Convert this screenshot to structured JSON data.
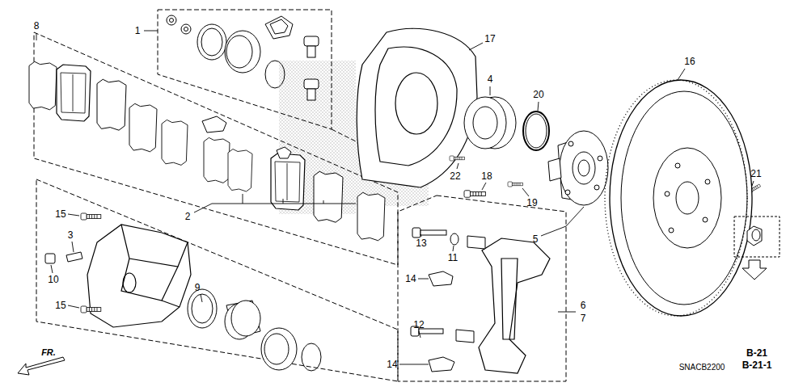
{
  "diagram": {
    "labels": [
      "1",
      "8",
      "17",
      "4",
      "20",
      "16",
      "22",
      "18",
      "21",
      "2",
      "19",
      "5",
      "15",
      "3",
      "10",
      "9",
      "13",
      "11",
      "14",
      "6",
      "7",
      "15",
      "12",
      "14",
      "B-21",
      "B-21-1",
      "FR.",
      "SNACB2200"
    ]
  }
}
